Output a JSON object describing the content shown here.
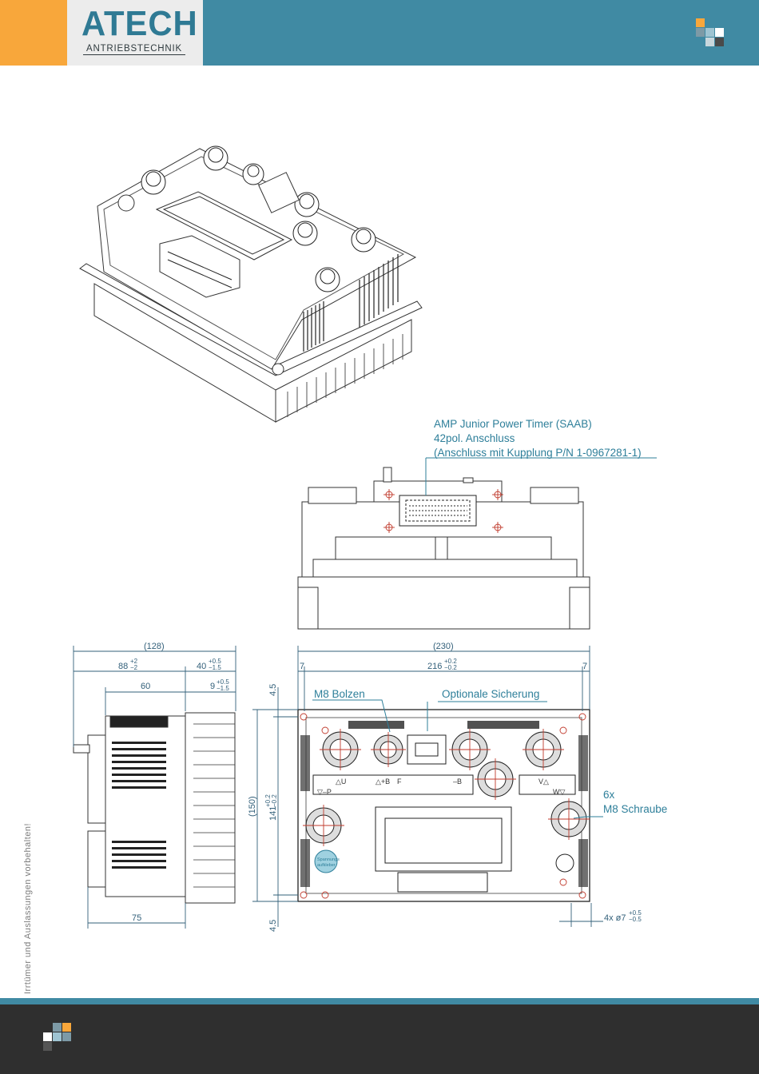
{
  "brand": {
    "name": "ATECH",
    "subtitle": "ANTRIEBSTECHNIK"
  },
  "colors": {
    "header": "#408aa3",
    "orange": "#f8a73b",
    "logo_bg": "#ececec",
    "footer": "#2f2f2f",
    "callout": "#2e7f9a"
  },
  "side_note": "Irrtümer und Auslassungen vorbehalten!",
  "callouts": {
    "connector_line1": "AMP Junior Power Timer (SAAB)",
    "connector_line2": "42pol. Anschluss",
    "connector_line3": "(Anschluss mit Kupplung P/N 1-0967281-1)",
    "m8_bolzen": "M8 Bolzen",
    "sicherung": "Optionale Sicherung",
    "screws_count": "6x",
    "screws_label": "M8 Schraube"
  },
  "side_view": {
    "total": "(128)",
    "dim_a": "88",
    "dim_a_tol_up": "+2",
    "dim_a_tol_dn": "−2",
    "dim_b": "40",
    "dim_b_tol_up": "+0.5",
    "dim_b_tol_dn": "−1.5",
    "dim_c": "60",
    "dim_d": "9",
    "dim_d_tol_up": "+0.5",
    "dim_d_tol_dn": "−1.5",
    "dim_bottom": "75"
  },
  "top_view": {
    "total": "(230)",
    "edge_left": "7",
    "edge_right": "7",
    "inner": "216",
    "inner_tol_up": "+0.2",
    "inner_tol_dn": "−0.2",
    "height_total": "(150)",
    "height_inner": "141",
    "height_tol_up": "+0.2",
    "height_tol_dn": "−0.2",
    "margin_top": "4.5",
    "margin_bottom": "4.5",
    "holes": "4x ø7",
    "holes_tol_up": "+0.5",
    "holes_tol_dn": "−0.5"
  },
  "labels": {
    "term_u": "△U",
    "term_b": "△+B",
    "term_f": "F",
    "term_s": "–B",
    "term_v": "V△",
    "term_w": "W▽",
    "term_p": "▽–P",
    "sticker_1": "Spannungs",
    "sticker_2": "aufkleber"
  }
}
